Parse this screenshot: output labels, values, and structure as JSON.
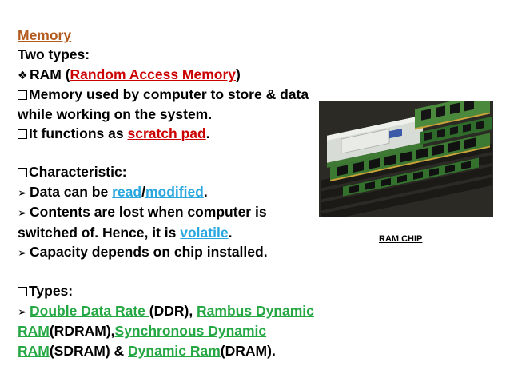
{
  "heading": "Memory",
  "two_types": "Two types:",
  "ram": {
    "prefix": "RAM (",
    "link": "Random Access Memory",
    "suffix": ")"
  },
  "desc": {
    "line1": "Memory used by computer to store & data",
    "line2": "while working on the system."
  },
  "scratch": {
    "prefix": "It functions as ",
    "link": "scratch pad",
    "suffix": "."
  },
  "characteristic": {
    "heading": "Characteristic:",
    "rw_prefix": "Data can be ",
    "read": "read",
    "slash": "/",
    "modified": "modified",
    "rw_suffix": ".",
    "lost_line1": "Contents are lost when computer is",
    "lost_line2_prefix": "switched of. Hence, it is ",
    "volatile": "volatile",
    "lost_line2_suffix": ".",
    "capacity": "Capacity depends on chip installed."
  },
  "types": {
    "heading": "Types:",
    "ddr_link": "Double Data Rate ",
    "ddr_abbr": "(DDR), ",
    "rambus_link1": "Rambus Dynamic",
    "rambus_link2": "RAM",
    "rdram_abbr": "(RDRAM),",
    "sync_link1": "Synchronous Dynamic",
    "sync_link2": "RAM",
    "sdram_abbr": "(SDRAM) & ",
    "dyn_link": "Dynamic Ram",
    "dram_abbr": "(DRAM)."
  },
  "image": {
    "caption": "RAM  CHIP"
  },
  "colors": {
    "heading": "#b35a1f",
    "red_link": "#cc0000",
    "blue_link": "#2aa7df",
    "green_link": "#25a844"
  }
}
